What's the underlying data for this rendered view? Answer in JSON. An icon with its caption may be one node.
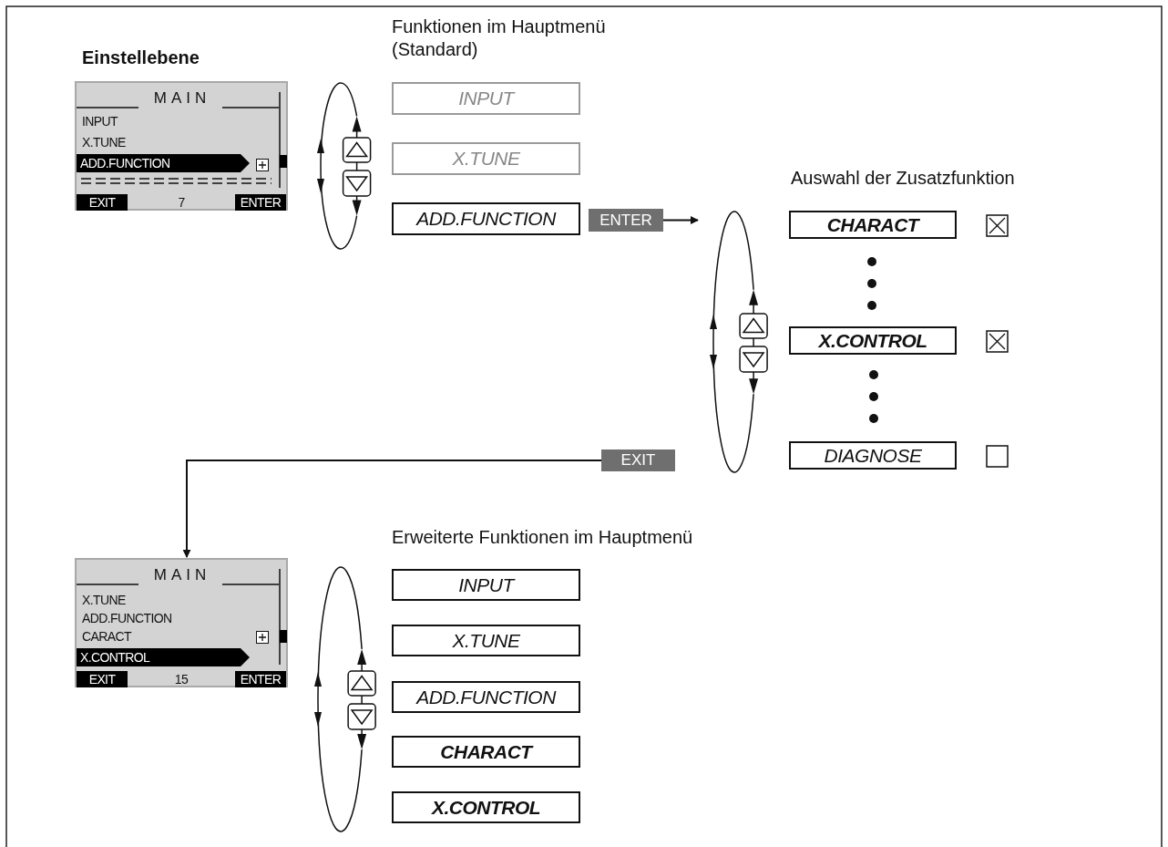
{
  "diagram": {
    "nodes": [
      {
        "text": [
          "Einstellebene",
          "MAIN",
          "INPUT",
          "X.TUNE",
          "ADD.FUNCTION",
          "EXIT",
          "7",
          "ENTER"
        ]
      },
      {
        "text": [
          "INPUT"
        ]
      },
      {
        "text": [
          "X.TUNE"
        ]
      },
      {
        "text": [
          "ADD.FUNCTION"
        ]
      },
      {
        "text": [
          "ENTER"
        ]
      },
      {
        "text": [
          "CHARACT"
        ]
      },
      {
        "text": [
          "X.CONTROL"
        ]
      },
      {
        "text": [
          "DIAGNOSE"
        ]
      },
      {
        "text": [
          "EXIT"
        ]
      },
      {
        "text": [
          "MAIN",
          "X.TUNE",
          "ADD.FUNCTION",
          "CARACT",
          "X.CONTROL",
          "EXIT",
          "15",
          "ENTER"
        ]
      },
      {
        "text": [
          "INPUT"
        ]
      },
      {
        "text": [
          "X.TUNE"
        ]
      },
      {
        "text": [
          "ADD.FUNCTION"
        ]
      },
      {
        "text": [
          "CHARACT"
        ]
      },
      {
        "text": [
          "X.CONTROL"
        ]
      }
    ],
    "edges": [
      {
        "from": 4,
        "to": null,
        "arrow": "to"
      },
      {
        "from": 8,
        "to": 9,
        "arrow": "to"
      }
    ],
    "labels": [
      "Funktionen im Hauptmenü (Standard)",
      "Auswahl der Zusatzfunktion",
      "Erweiterte Funktionen im Hauptmenü"
    ]
  }
}
